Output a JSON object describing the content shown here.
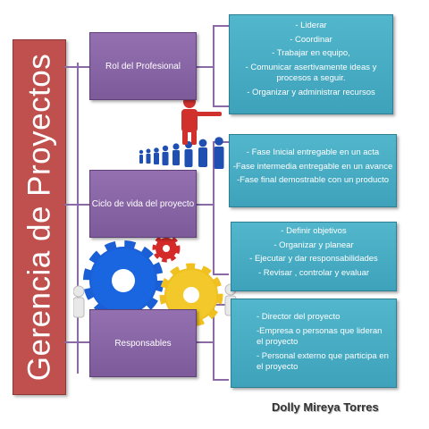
{
  "title": "Gerencia de Proyectos",
  "author": "Dolly Mireya Torres",
  "colors": {
    "title_bar": "#c0504d",
    "category": "#8064a2",
    "detail": "#4bacc6",
    "connector": "#8b6aa6"
  },
  "categories": [
    {
      "label": "Rol del Profesional",
      "items": [
        "- Liderar",
        "- Coordinar",
        "- Trabajar en equipo,",
        "- Comunicar asertivamente ideas y procesos a seguir.",
        "- Organizar y administrar recursos"
      ]
    },
    {
      "label": "Ciclo de vida del proyecto",
      "items": [
        "- Fase Inicial entregable en un acta",
        "-Fase intermedia entregable en un avance",
        "-Fase  final demostrable con un producto"
      ]
    },
    {
      "label": "",
      "items": [
        "- Definir objetivos",
        "- Organizar y planear",
        "- Ejecutar y dar responsabilidades",
        "- Revisar , controlar y evaluar"
      ]
    },
    {
      "label": "Responsables",
      "items": [
        "- Director del proyecto",
        "-Empresa o personas que lideran el proyecto",
        "- Personal externo que participa en el proyecto"
      ]
    }
  ],
  "illustrations": [
    "leader-pointing-figure",
    "people-line",
    "gears"
  ]
}
